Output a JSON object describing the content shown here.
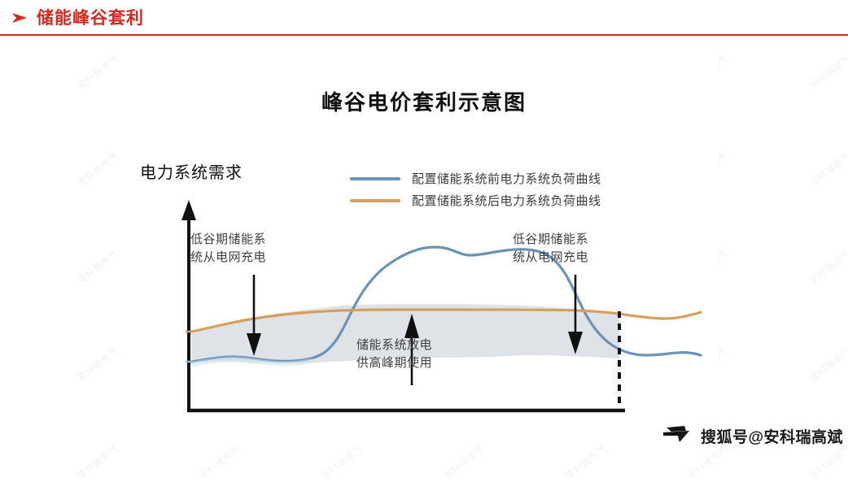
{
  "header": {
    "bullet_icon": "arrow-right-icon",
    "title": "储能峰谷套利",
    "accent_color": "#d9271e"
  },
  "figure": {
    "title": "峰谷电价套利示意图",
    "y_axis_label": "电力系统需求",
    "legend": [
      {
        "label": "配置储能系统前电力系统负荷曲线",
        "color": "#6b93b8",
        "series": "before"
      },
      {
        "label": "配置储能系统后电力系统负荷曲线",
        "color": "#d6a05c",
        "series": "after"
      }
    ],
    "annotations": {
      "left": "低谷期储能系\n统从电网充电",
      "right": "低谷期储能系\n统从电网充电",
      "center": "储能系统放电\n供高峰期使用"
    },
    "colors": {
      "before_curve": "#6b93b8",
      "after_curve": "#d6a05c",
      "fill": "#dfe3e7",
      "axis": "#111111",
      "arrow": "#111111",
      "dashed_line": "#111111"
    }
  },
  "chart_data": {
    "type": "area",
    "title": "峰谷电价套利示意图",
    "xlabel": "",
    "ylabel": "电力系统需求",
    "grid": false,
    "legend_position": "top-center",
    "xlim": [
      0,
      24
    ],
    "ylim": [
      0,
      100
    ],
    "x": [
      0,
      1,
      2,
      3,
      4,
      5,
      6,
      7,
      8,
      9,
      10,
      11,
      12,
      13,
      14,
      15,
      16,
      17,
      18,
      19,
      20,
      21,
      22,
      23,
      24
    ],
    "series": [
      {
        "name": "配置储能系统前电力系统负荷曲线",
        "color": "#6b93b8",
        "values": [
          30,
          29,
          28,
          29,
          30,
          30,
          29,
          30,
          36,
          52,
          70,
          80,
          82,
          80,
          81,
          81,
          79,
          72,
          58,
          44,
          34,
          30,
          29,
          30,
          32
        ]
      },
      {
        "name": "配置储能系统后电力系统负荷曲线",
        "color": "#d6a05c",
        "values": [
          48,
          51,
          54,
          56,
          58,
          59,
          60,
          61,
          61,
          62,
          62,
          62,
          62,
          62,
          62,
          62,
          62,
          61,
          60,
          58,
          56,
          55,
          55,
          56,
          58
        ]
      }
    ],
    "annotations": [
      {
        "text": "低谷期储能系统从电网充电",
        "x": 3.5,
        "arrow": "down"
      },
      {
        "text": "储能系统放电供高峰期使用",
        "x": 12,
        "arrow": "up"
      },
      {
        "text": "低谷期储能系统从电网充电",
        "x": 20,
        "arrow": "down"
      }
    ],
    "markers": [
      {
        "type": "dashed-vertical-line",
        "x": 24
      }
    ]
  },
  "watermark": {
    "background_text": "安科瑞电气",
    "sohu_label": "搜狐号@安科瑞高斌",
    "sohu_logo_icon": "sohu-arrow-icon"
  }
}
